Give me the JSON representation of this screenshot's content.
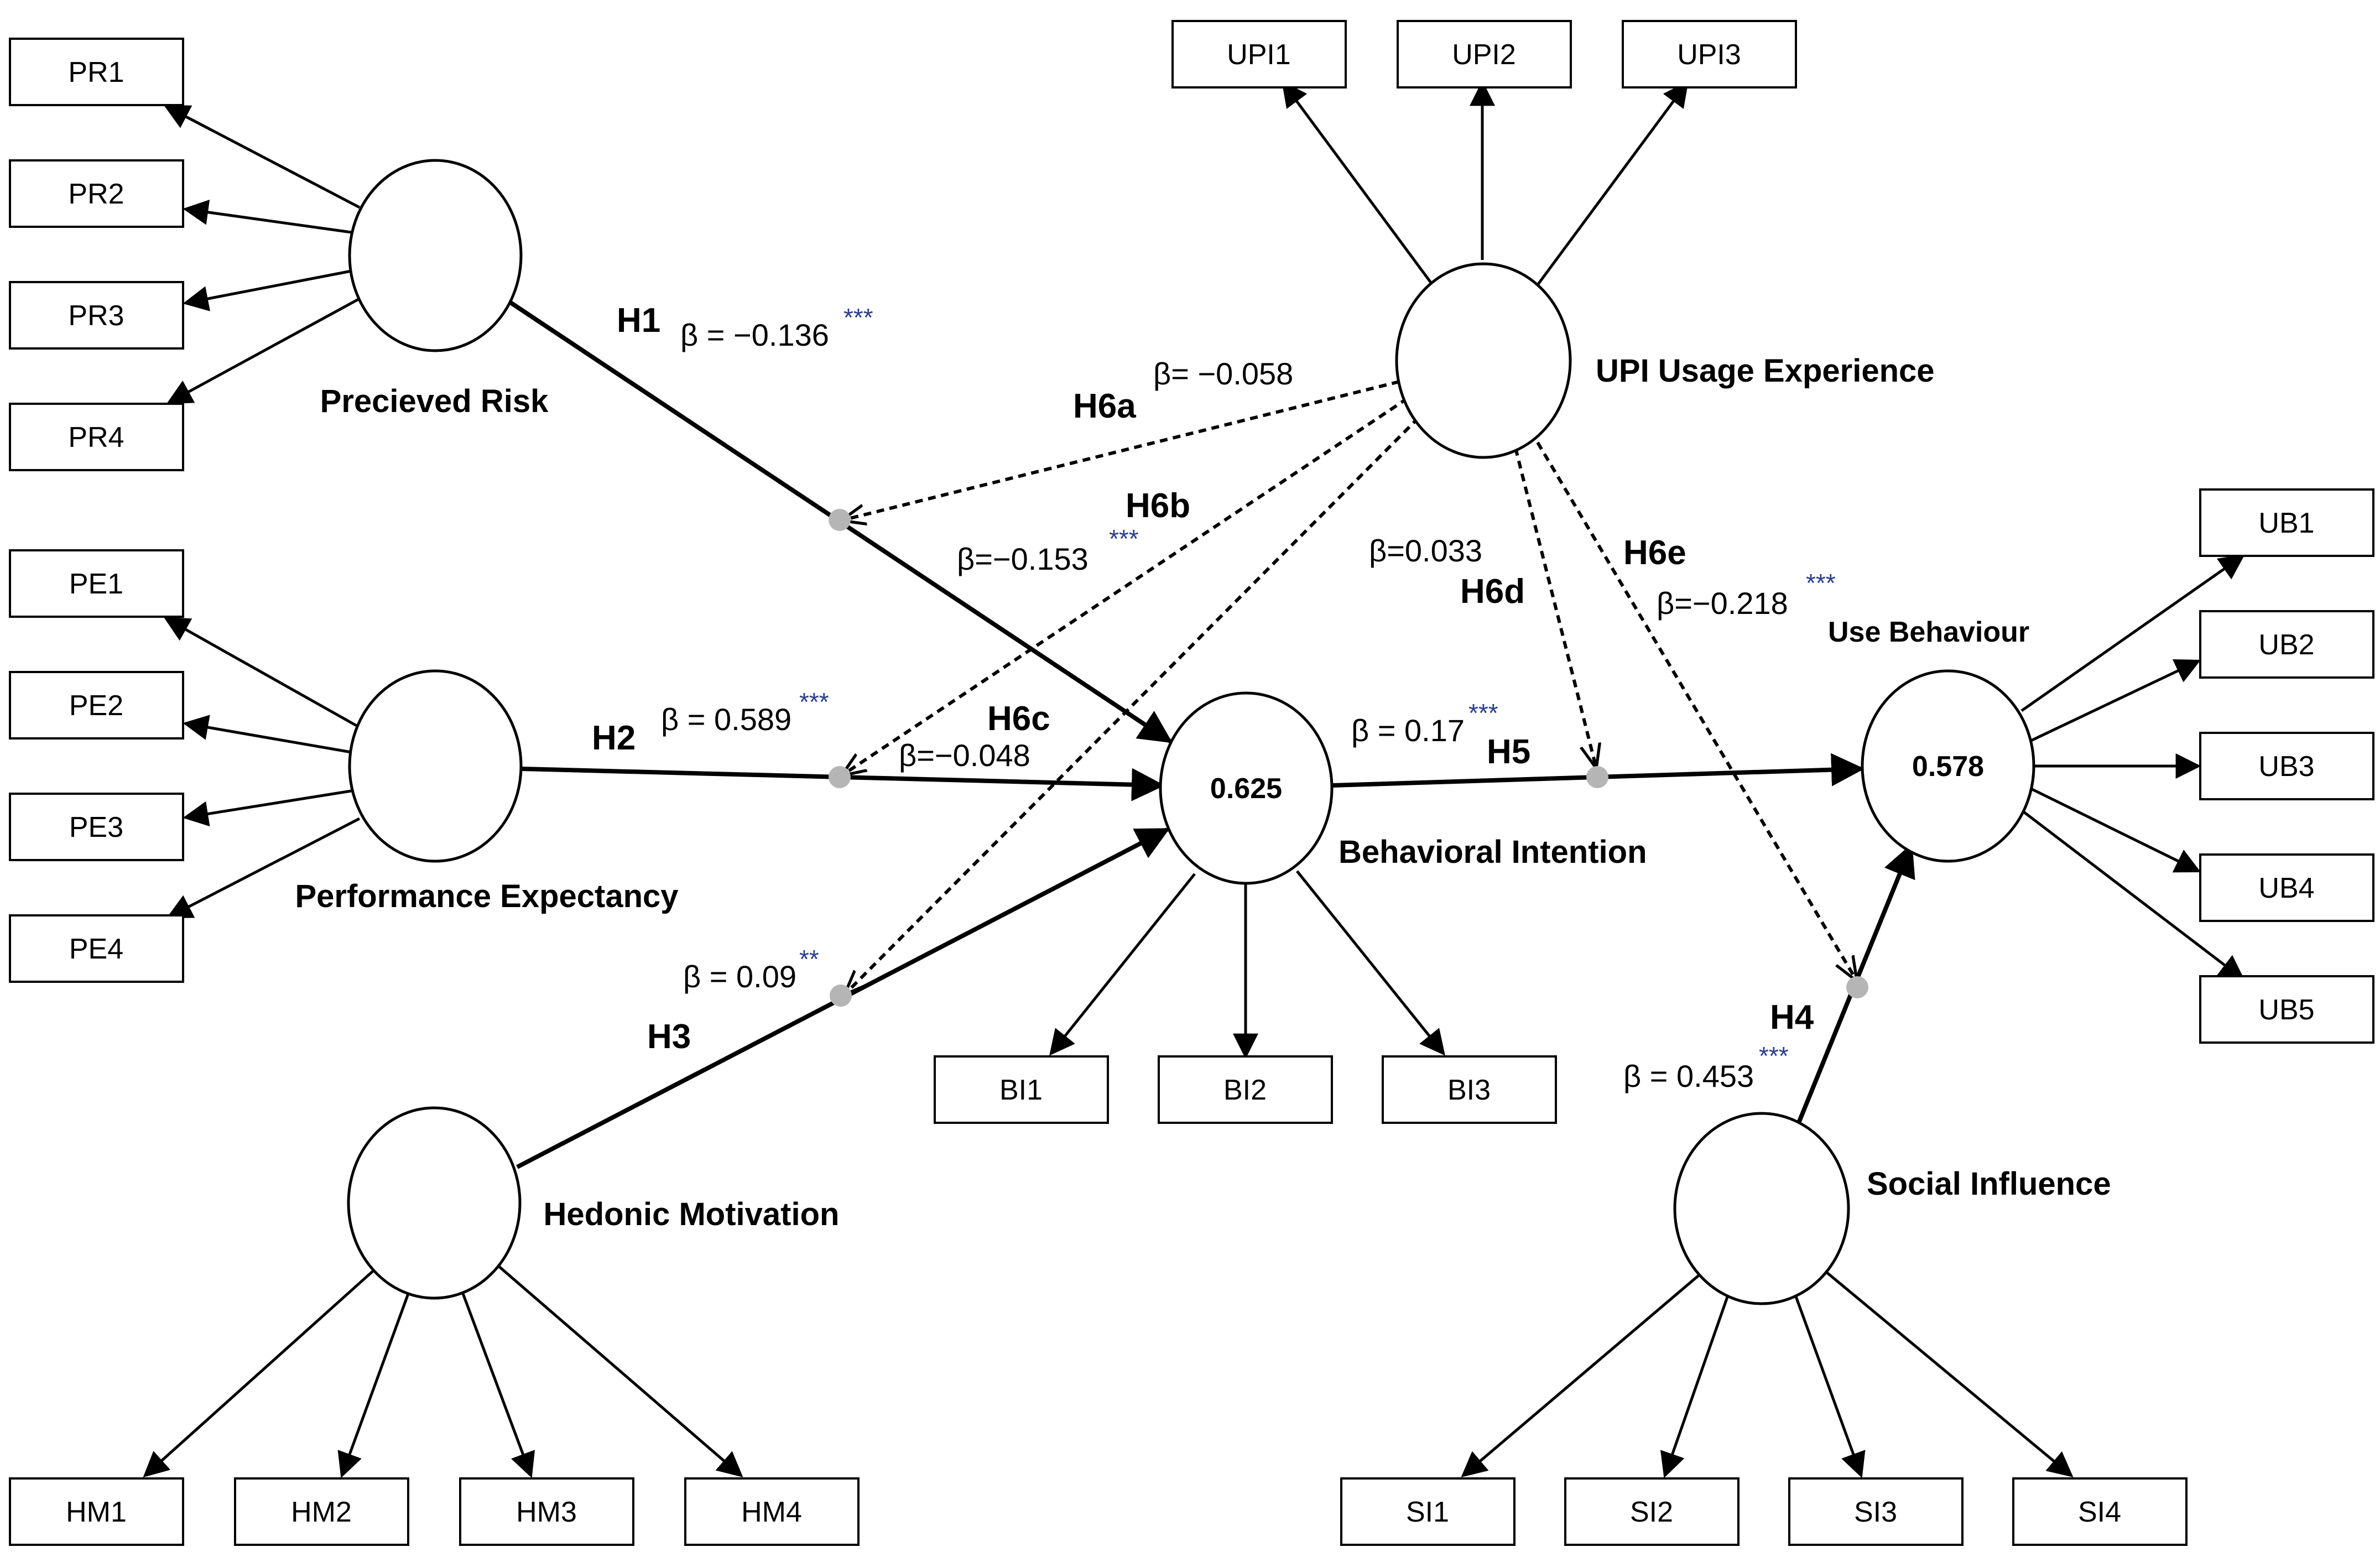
{
  "constructs": [
    {
      "id": "PR",
      "label": "Precieved Risk",
      "value": ""
    },
    {
      "id": "PE",
      "label": "Performance Expectancy",
      "value": ""
    },
    {
      "id": "HM",
      "label": "Hedonic Motivation",
      "value": ""
    },
    {
      "id": "UPI",
      "label": "UPI Usage Experience",
      "value": ""
    },
    {
      "id": "BI",
      "label": "Behavioral Intention",
      "value": "0.625"
    },
    {
      "id": "UB",
      "label": "Use Behaviour",
      "value": "0.578"
    },
    {
      "id": "SI",
      "label": "Social Influence",
      "value": ""
    }
  ],
  "indicators": {
    "PR": [
      "PR1",
      "PR2",
      "PR3",
      "PR4"
    ],
    "PE": [
      "PE1",
      "PE2",
      "PE3",
      "PE4"
    ],
    "HM": [
      "HM1",
      "HM2",
      "HM3",
      "HM4"
    ],
    "UPI": [
      "UPI1",
      "UPI2",
      "UPI3"
    ],
    "BI": [
      "BI1",
      "BI2",
      "BI3"
    ],
    "UB": [
      "UB1",
      "UB2",
      "UB3",
      "UB4",
      "UB5"
    ],
    "SI": [
      "SI1",
      "SI2",
      "SI3",
      "SI4"
    ]
  },
  "paths": [
    {
      "hypothesis": "H1",
      "from": "Precieved Risk",
      "to": "Behavioral Intention",
      "beta": "β = −0.136",
      "significance": "***",
      "style": "solid"
    },
    {
      "hypothesis": "H2",
      "from": "Performance Expectancy",
      "to": "Behavioral Intention",
      "beta": "β = 0.589",
      "significance": "***",
      "style": "solid"
    },
    {
      "hypothesis": "H3",
      "from": "Hedonic Motivation",
      "to": "Behavioral Intention",
      "beta": "β = 0.09",
      "significance": "**",
      "style": "solid"
    },
    {
      "hypothesis": "H4",
      "from": "Social Influence",
      "to": "Use Behaviour",
      "beta": "β = 0.453",
      "significance": "***",
      "style": "solid"
    },
    {
      "hypothesis": "H5",
      "from": "Behavioral Intention",
      "to": "Use Behaviour",
      "beta": "β = 0.17",
      "significance": "***",
      "style": "solid"
    },
    {
      "hypothesis": "H6a",
      "from": "UPI Usage Experience",
      "to": "H1 path",
      "beta": "β= −0.058",
      "significance": "",
      "style": "dashed"
    },
    {
      "hypothesis": "H6b",
      "from": "UPI Usage Experience",
      "to": "H2 path",
      "beta": "β=−0.153",
      "significance": "***",
      "style": "dashed"
    },
    {
      "hypothesis": "H6c",
      "from": "UPI Usage Experience",
      "to": "H3 path",
      "beta": "β=−0.048",
      "significance": "",
      "style": "dashed"
    },
    {
      "hypothesis": "H6d",
      "from": "UPI Usage Experience",
      "to": "H5 path",
      "beta": "β=0.033",
      "significance": "",
      "style": "dashed"
    },
    {
      "hypothesis": "H6e",
      "from": "UPI Usage Experience",
      "to": "H4 path",
      "beta": "β=−0.218",
      "significance": "***",
      "style": "dashed"
    }
  ],
  "colors": {
    "line": "#000000",
    "significance": "#2b3f8c",
    "moderation_point": "#b5b5b5"
  }
}
